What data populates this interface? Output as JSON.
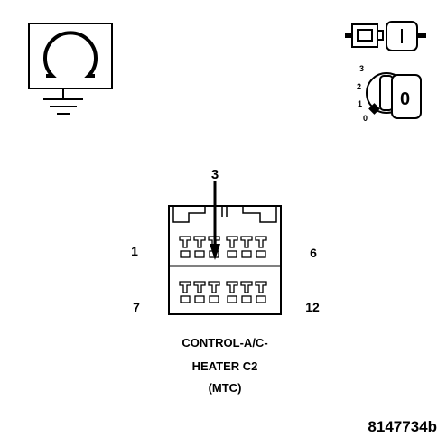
{
  "symbols": {
    "meter_symbol": "ohmmeter-icon",
    "omega": "Ω",
    "connector_symbol": "connector-disconnected-icon",
    "ignition_symbol": "ignition-key-off-icon",
    "key_positions": [
      "3",
      "2",
      "1",
      "0"
    ],
    "key_value": "0"
  },
  "connector": {
    "pointed_pin": "3",
    "pin_top_left": "1",
    "pin_top_right": "6",
    "pin_bottom_left": "7",
    "pin_bottom_right": "12",
    "title_line1": "CONTROL-A/C-",
    "title_line2": "HEATER C2",
    "title_line3": "(MTC)"
  },
  "figure_id": "8147734b"
}
